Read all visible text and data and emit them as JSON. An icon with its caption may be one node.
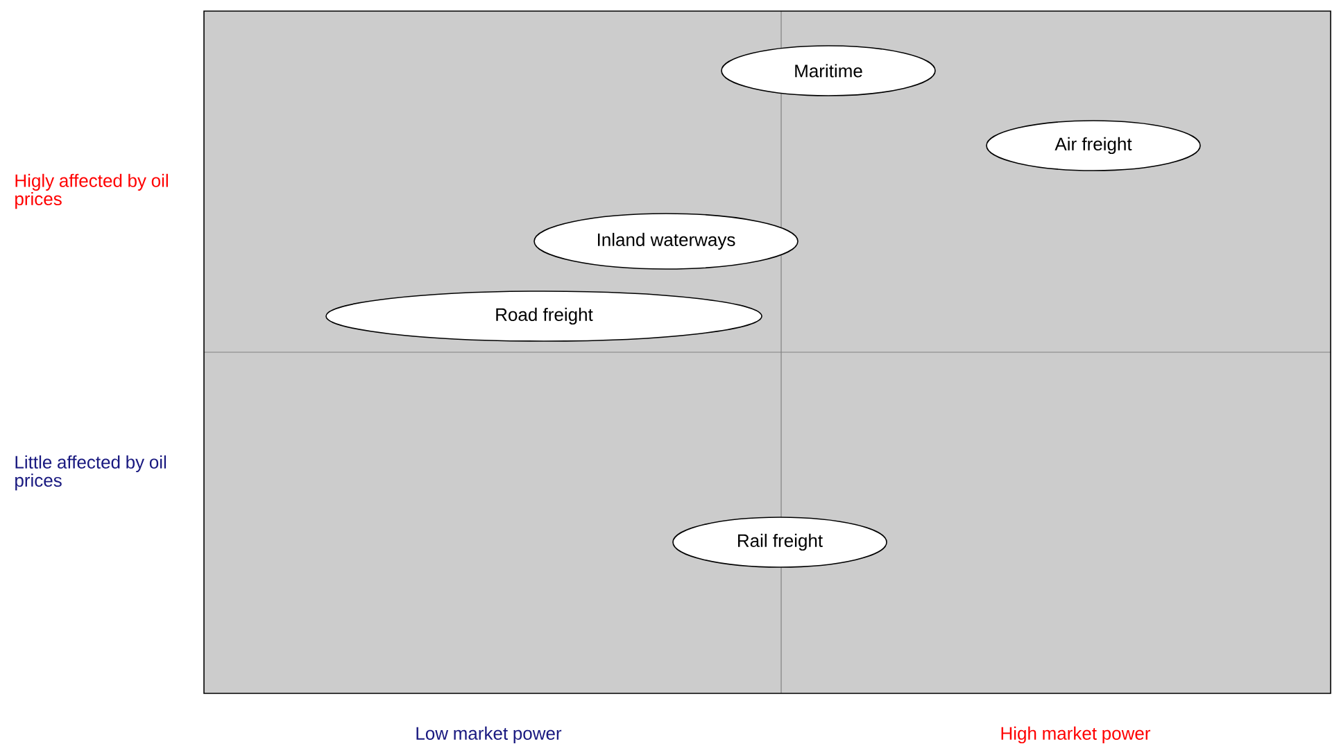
{
  "diagram": {
    "nodes": [
      {
        "text": [
          "Maritime"
        ]
      },
      {
        "text": [
          "Air freight"
        ]
      },
      {
        "text": [
          "Inland waterways"
        ]
      },
      {
        "text": [
          "Road freight"
        ]
      },
      {
        "text": [
          "Rail freight"
        ]
      }
    ],
    "labels": [
      "Higly affected by oil prices",
      "Little affected by oil prices",
      "Low market power",
      "High market power"
    ]
  }
}
